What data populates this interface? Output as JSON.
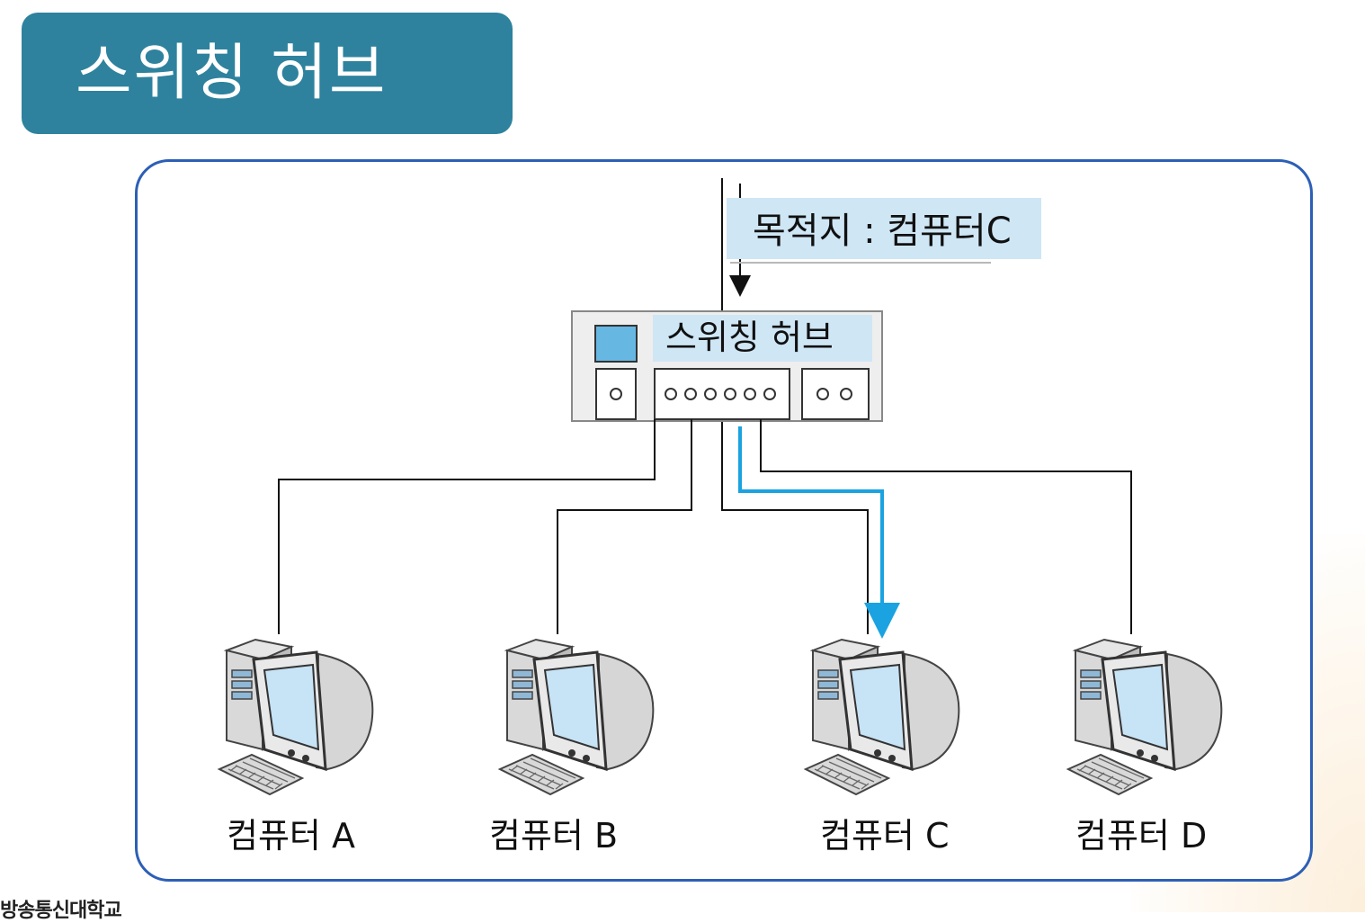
{
  "title": "스위칭 허브",
  "destination_label": "목적지 : 컴퓨터C",
  "hub_label": "스위칭 허브",
  "computers": [
    {
      "label": "컴퓨터 A"
    },
    {
      "label": "컴퓨터 B"
    },
    {
      "label": "컴퓨터 C"
    },
    {
      "label": "컴퓨터 D"
    }
  ],
  "footer_text": "방송통신대학교",
  "colors": {
    "title_bg": "#2e829e",
    "panel_border": "#2d5fb6",
    "highlight_path": "#1aa3e0",
    "label_bg": "#cfe6f5",
    "screen": "#c7e3f6"
  }
}
